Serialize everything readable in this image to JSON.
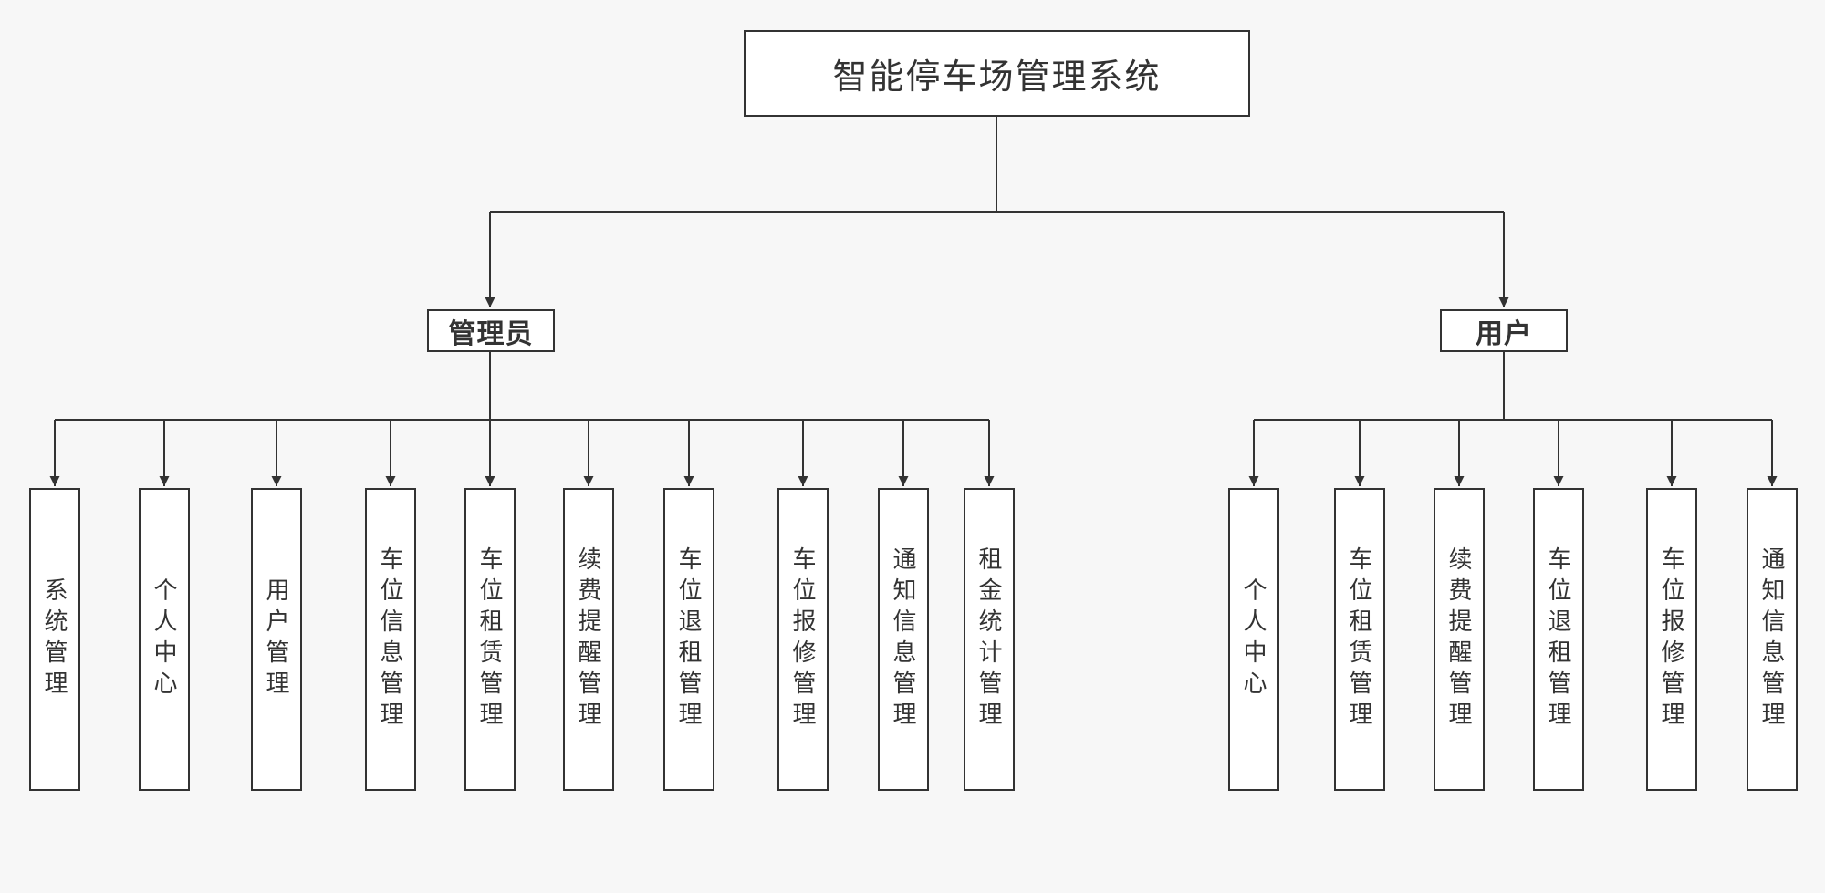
{
  "title": "智能停车场管理系统",
  "branches": [
    {
      "label": "管理员",
      "children": [
        "系统管理",
        "个人中心",
        "用户管理",
        "车位信息管理",
        "车位租赁管理",
        "续费提醒管理",
        "车位退租管理",
        "车位报修管理",
        "通知信息管理",
        "租金统计管理"
      ]
    },
    {
      "label": "用户",
      "children": [
        "个人中心",
        "车位租赁管理",
        "续费提醒管理",
        "车位退租管理",
        "车位报修管理",
        "通知信息管理"
      ]
    }
  ],
  "colors": {
    "background": "#f7f7f7",
    "box_bg": "#ffffff",
    "line": "#333333",
    "text": "#333333"
  }
}
